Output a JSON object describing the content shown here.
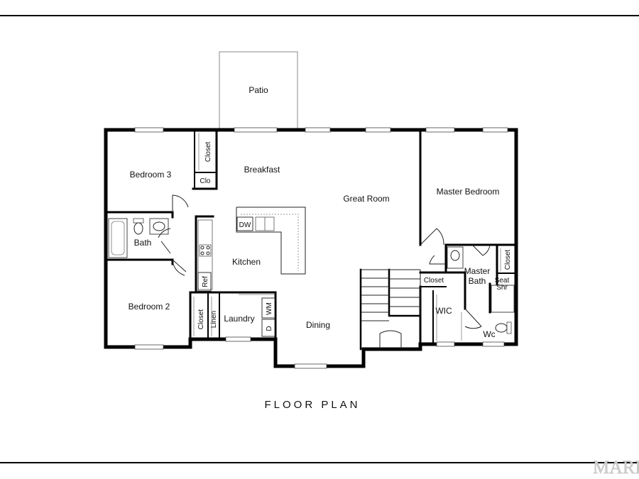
{
  "title": "FLOOR PLAN",
  "watermark": "MARI",
  "rooms": {
    "patio": "Patio",
    "bedroom3": "Bedroom 3",
    "closet_br3": "Closet",
    "clo": "Clo",
    "breakfast": "Breakfast",
    "great_room": "Great Room",
    "master_bedroom": "Master Bedroom",
    "dw": "DW",
    "bath": "Bath",
    "kitchen": "Kitchen",
    "ref": "Ref",
    "master_bath_line1": "Master",
    "master_bath_line2": "Bath",
    "closet_master": "Closet",
    "closet_hall": "Closet",
    "seat": "Seat",
    "shr": "Shr",
    "bedroom2": "Bedroom 2",
    "closet_br2": "Closet",
    "linen": "Linen",
    "laundry": "Laundry",
    "wm": "WM",
    "d": "D",
    "dining": "Dining",
    "wic": "WIC",
    "wc": "Wc"
  },
  "colors": {
    "wall": "#000000",
    "line": "#222222",
    "watermark": "#cfcfcf"
  }
}
